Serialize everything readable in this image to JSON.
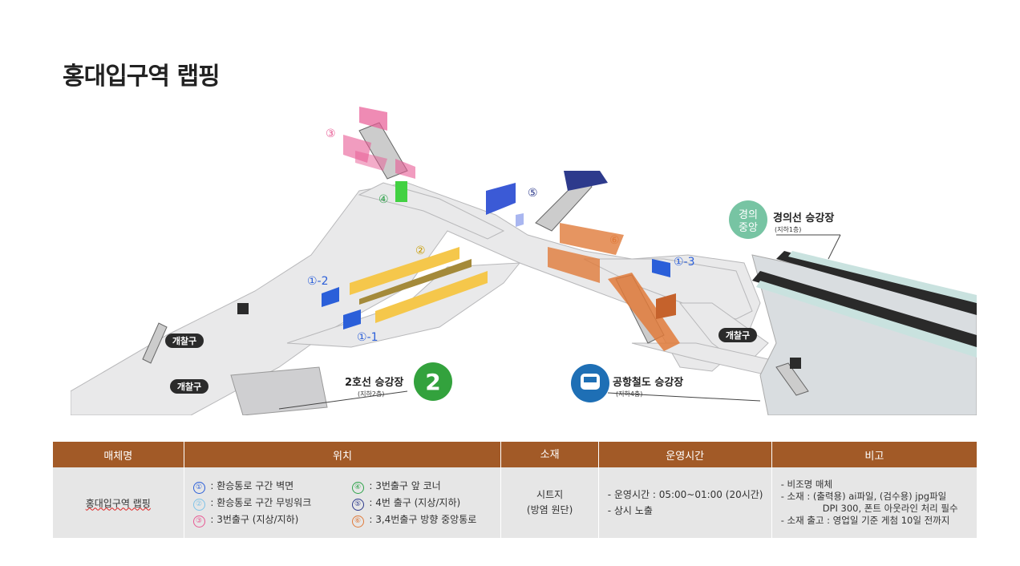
{
  "page": {
    "title": "홍대입구역 랩핑"
  },
  "map": {
    "markers": {
      "m1": "①-1",
      "m1_2": "①-2",
      "m1_3": "①-3",
      "m2": "②",
      "m3": "③",
      "m4": "④",
      "m5": "⑤",
      "m6": "⑥"
    },
    "labels": {
      "gate1": "개찰구",
      "gate2": "개찰구",
      "gate3": "개찰구",
      "line2_platform": "2호선 승강장",
      "line2_floor": "(지하2층)",
      "line2_badge": "2",
      "airport_platform": "공항철도 승강장",
      "airport_floor": "(지하4층)",
      "gyeongui_platform": "경의선 승강장",
      "gyeongui_floor": "(지하1층)",
      "gyeongui_badge_top": "경의",
      "gyeongui_badge_bottom": "중앙"
    },
    "colors": {
      "m1": "#2b5fd9",
      "m2": "#e8b400",
      "m3": "#e85a94",
      "m4": "#2ea34a",
      "m5": "#2d3a8c",
      "m6": "#e07a3a",
      "line2": "#33a23d",
      "gyeongui": "#77c4a3",
      "airport": "#1e6fb5"
    }
  },
  "table": {
    "headers": [
      "매체명",
      "위치",
      "소재",
      "운영시간",
      "비고"
    ],
    "media_name": "홍대입구역 랩핑",
    "locations": [
      {
        "num": "①",
        "text": " : 환승통로 구간 벽면",
        "color": "#2b5fd9"
      },
      {
        "num": "④",
        "text": " : 3번출구 앞 코너",
        "color": "#2ea34a"
      },
      {
        "num": "②",
        "text": " : 환승통로 구간 무빙워크",
        "color": "#7fc3e8"
      },
      {
        "num": "⑤",
        "text": " : 4번 출구 (지상/지하)",
        "color": "#2d3a8c"
      },
      {
        "num": "③",
        "text": " : 3번출구 (지상/지하)",
        "color": "#e85a94"
      },
      {
        "num": "⑥",
        "text": " : 3,4번출구 방향 중앙통로",
        "color": "#e07a3a"
      }
    ],
    "material_line1": "시트지",
    "material_line2": "(방염 원단)",
    "hours": [
      "- 운영시간 : 05:00~01:00 (20시간)",
      "- 상시 노출"
    ],
    "notes": {
      "line1": "- 비조명 매체",
      "line2": "- 소재 : (출력용) ai파일, (검수용) jpg파일",
      "line3": "DPI 300, 폰트 아웃라인 처리 필수",
      "line4": "- 소재 출고 : 영업일 기준 게첨 10일 전까지"
    }
  }
}
